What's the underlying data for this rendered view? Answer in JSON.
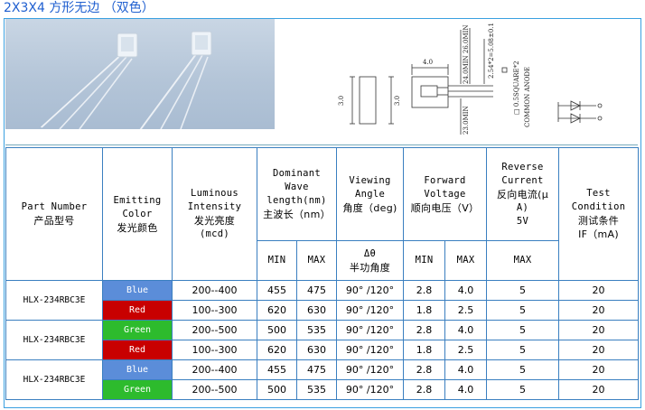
{
  "page": {
    "title": "2X3X4 方形无边 （双色）"
  },
  "drawing": {
    "dims": {
      "width": "4.0",
      "height": "3.0",
      "lead_top": "24.0MIN 26.0MIN",
      "pitch": "2.54*2=5.08±0.1",
      "lead_bottom": "23.0MIN",
      "side_height": "3.0",
      "square": "□ 0.5SQUARE*2",
      "common": "COMMON ANODE"
    }
  },
  "table": {
    "headers": {
      "part": [
        "Part Number",
        "产品型号"
      ],
      "emitting": [
        "Emitting",
        "Color",
        "发光颜色"
      ],
      "luminous": [
        "Luminous",
        "Intensity",
        "发光亮度",
        "(mcd)"
      ],
      "dominant": [
        "Dominant",
        "Wave",
        "length(nm)",
        "主波长（nm）"
      ],
      "viewing": [
        "Viewing",
        "Angle",
        "角度（deg)"
      ],
      "forward": [
        "Forward",
        "Voltage",
        "顺向电压（V）"
      ],
      "reverse": [
        "Reverse",
        "Current",
        "反向电流(μ",
        "A)",
        "5V"
      ],
      "test": [
        "Test",
        "Condition",
        "测试条件",
        "IF（mA)"
      ]
    },
    "subheaders": {
      "min": "MIN",
      "max": "MAX",
      "half_angle": [
        "Δθ",
        "半功角度"
      ],
      "vmin": "MIN",
      "vmax": "MAX",
      "rmax": "MAX"
    },
    "colors": {
      "Blue": "#5b8dd9",
      "Red": "#c80000",
      "Green": "#2dbb2d"
    },
    "groups": [
      {
        "part": "HLX-234RBC3E",
        "rows": [
          {
            "color": "Blue",
            "intensity": "200--400",
            "wl_min": "455",
            "wl_max": "475",
            "angle": "90° /120°",
            "vf_min": "2.8",
            "vf_max": "4.0",
            "ir": "5",
            "test": "20"
          },
          {
            "color": "Red",
            "intensity": "100--300",
            "wl_min": "620",
            "wl_max": "630",
            "angle": "90° /120°",
            "vf_min": "1.8",
            "vf_max": "2.5",
            "ir": "5",
            "test": "20"
          }
        ]
      },
      {
        "part": "HLX-234RBC3E",
        "rows": [
          {
            "color": "Green",
            "intensity": "200--500",
            "wl_min": "500",
            "wl_max": "535",
            "angle": "90° /120°",
            "vf_min": "2.8",
            "vf_max": "4.0",
            "ir": "5",
            "test": "20"
          },
          {
            "color": "Red",
            "intensity": "100--300",
            "wl_min": "620",
            "wl_max": "630",
            "angle": "90° /120°",
            "vf_min": "1.8",
            "vf_max": "2.5",
            "ir": "5",
            "test": "20"
          }
        ]
      },
      {
        "part": "HLX-234RBC3E",
        "rows": [
          {
            "color": "Blue",
            "intensity": "200--400",
            "wl_min": "455",
            "wl_max": "475",
            "angle": "90° /120°",
            "vf_min": "2.8",
            "vf_max": "4.0",
            "ir": "5",
            "test": "20"
          },
          {
            "color": "Green",
            "intensity": "200--500",
            "wl_min": "500",
            "wl_max": "535",
            "angle": "90° /120°",
            "vf_min": "2.8",
            "vf_max": "4.0",
            "ir": "5",
            "test": "20"
          }
        ]
      }
    ]
  }
}
